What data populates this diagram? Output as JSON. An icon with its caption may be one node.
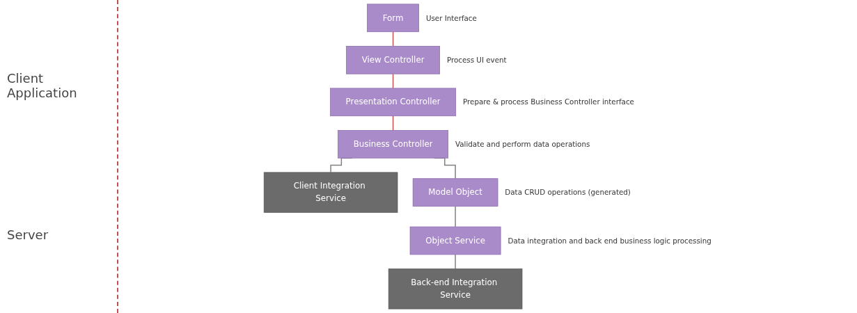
{
  "diagram": {
    "nodes": [
      {
        "text": [
          "Form"
        ],
        "beside": [
          "User Interface"
        ]
      },
      {
        "text": [
          "View Controller"
        ],
        "beside": [
          "Process UI event"
        ]
      },
      {
        "text": [
          "Presentation Controller"
        ],
        "beside": [
          "Prepare & process Business Controller interface"
        ]
      },
      {
        "text": [
          "Business Controller"
        ],
        "beside": [
          "Validate and perform data operations"
        ]
      },
      {
        "text": [
          "Client Integration Service"
        ]
      },
      {
        "text": [
          "Model Object"
        ],
        "beside": [
          "Data CRUD operations (generated)"
        ]
      },
      {
        "text": [
          "Object Service"
        ],
        "beside": [
          "Data integration and back end business logic processing"
        ]
      },
      {
        "text": [
          "Back-end Integration Service"
        ]
      }
    ],
    "edges": [
      {
        "from": 0,
        "to": 1,
        "arrow": "none",
        "color": "#c0504d"
      },
      {
        "from": 1,
        "to": 2,
        "arrow": "none",
        "color": "#c0504d"
      },
      {
        "from": 2,
        "to": 3,
        "arrow": "none",
        "color": "#c0504d"
      },
      {
        "from": 3,
        "to": 4,
        "arrow": "none"
      },
      {
        "from": 3,
        "to": 5,
        "arrow": "none"
      },
      {
        "from": 5,
        "to": 6,
        "arrow": "none"
      },
      {
        "from": 6,
        "to": 7,
        "arrow": "none"
      }
    ],
    "labels": [
      "Client Application",
      "Server"
    ]
  }
}
